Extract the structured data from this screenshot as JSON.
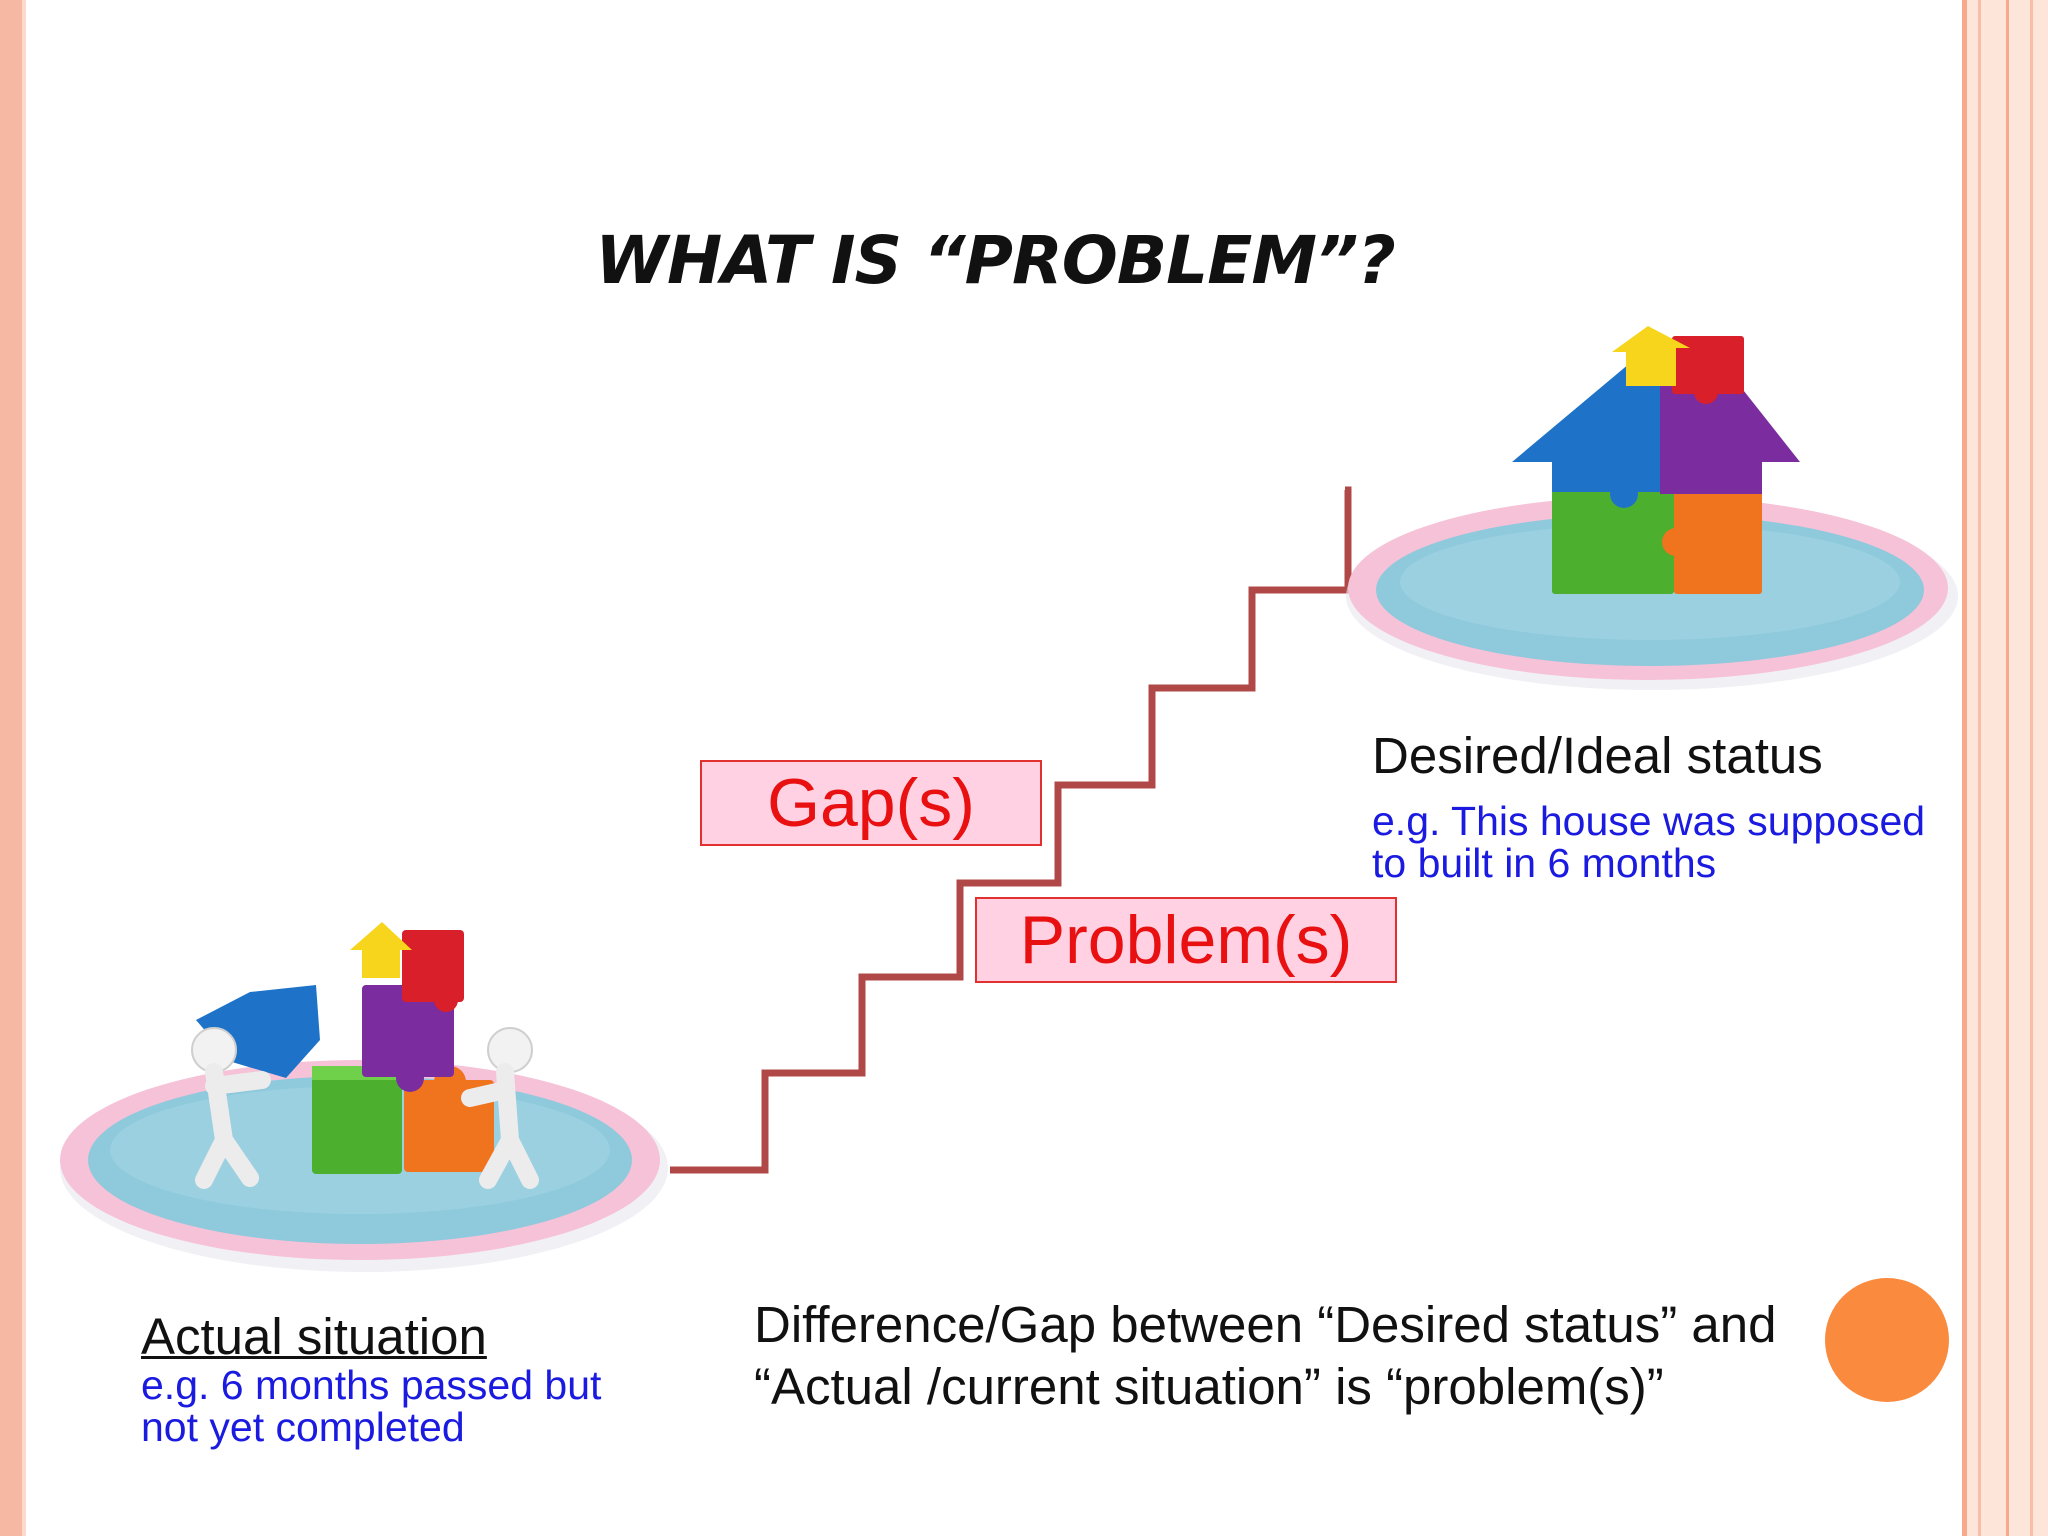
{
  "slide": {
    "title": "WHAT IS “PROBLEM”?"
  },
  "diagram": {
    "gap_label": "Gap(s)",
    "problem_label": "Problem(s)",
    "desired": {
      "heading": "Desired/Ideal status",
      "example_line1": "e.g. This house was supposed",
      "example_line2": "to built in 6 months"
    },
    "actual": {
      "heading": "Actual situation",
      "example_line1": "e.g. 6 months passed but",
      "example_line2": "not yet completed"
    },
    "definition_line1": "Difference/Gap between “Desired status” and",
    "definition_line2": "“Actual /current situation” is “problem(s)”"
  },
  "colors": {
    "staircase": "#b04848",
    "platform_outer": "#f6c2d8",
    "platform_inner": "#8fc9dc",
    "accent_circle": "#f98a3e"
  }
}
